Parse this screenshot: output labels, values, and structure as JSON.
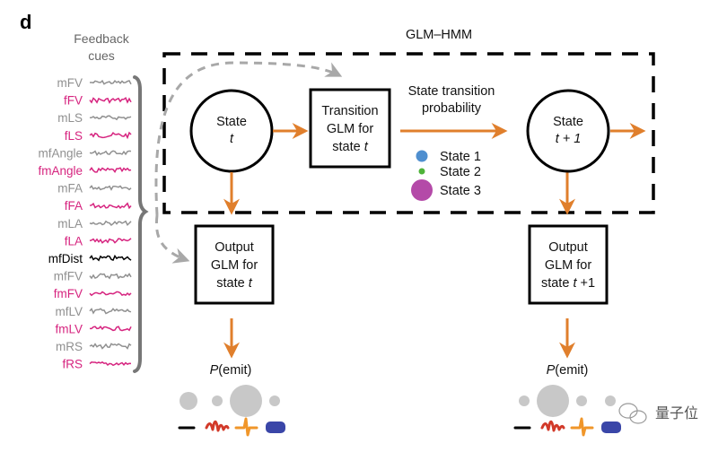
{
  "panel_label": "d",
  "feedback_header": {
    "line1": "Feedback",
    "line2": "cues"
  },
  "cues": [
    {
      "label": "mFV",
      "color": "#909090"
    },
    {
      "label": "fFV",
      "color": "#d6247f"
    },
    {
      "label": "mLS",
      "color": "#909090"
    },
    {
      "label": "fLS",
      "color": "#d6247f"
    },
    {
      "label": "mfAngle",
      "color": "#909090"
    },
    {
      "label": "fmAngle",
      "color": "#d6247f"
    },
    {
      "label": "mFA",
      "color": "#909090"
    },
    {
      "label": "fFA",
      "color": "#d6247f"
    },
    {
      "label": "mLA",
      "color": "#909090"
    },
    {
      "label": "fLA",
      "color": "#d6247f"
    },
    {
      "label": "mfDist",
      "color": "#000000"
    },
    {
      "label": "mfFV",
      "color": "#909090"
    },
    {
      "label": "fmFV",
      "color": "#d6247f"
    },
    {
      "label": "mfLV",
      "color": "#909090"
    },
    {
      "label": "fmLV",
      "color": "#d6247f"
    },
    {
      "label": "mRS",
      "color": "#909090"
    },
    {
      "label": "fRS",
      "color": "#d6247f"
    }
  ],
  "glm_hmm_title": "GLM–HMM",
  "state_t": {
    "line1": "State",
    "line2": "t"
  },
  "state_t1": {
    "line1": "State",
    "line2": "t + 1"
  },
  "transition_box": {
    "line1": "Transition",
    "line2": "GLM for",
    "line3_prefix": "state ",
    "line3_var": "t"
  },
  "transition_label": {
    "line1": "State transition",
    "line2": "probability"
  },
  "legend": [
    {
      "label": "State 1",
      "color": "#4f8fcf",
      "size": "medium"
    },
    {
      "label": "State 2",
      "color": "#4fb33a",
      "size": "small"
    },
    {
      "label": "State 3",
      "color": "#b44aa8",
      "size": "large"
    }
  ],
  "output_box_t": {
    "line1": "Output",
    "line2": "GLM for",
    "line3_prefix": "state ",
    "line3_var": "t",
    "line3_suffix": ""
  },
  "output_box_t1": {
    "line1": "Output",
    "line2": "GLM for",
    "line3_prefix": "state ",
    "line3_var": "t",
    "line3_suffix": " +1"
  },
  "emit_label": {
    "var": "P",
    "rest": "(emit)"
  },
  "emission_left": {
    "probabilities": [
      "medium",
      "small",
      "large",
      "small"
    ]
  },
  "emission_right": {
    "probabilities": [
      "small",
      "large",
      "small",
      "small"
    ]
  },
  "song_types": [
    {
      "name": "quiet",
      "color": "#000000"
    },
    {
      "name": "sine",
      "color": "#d23a2a"
    },
    {
      "name": "pulse",
      "color": "#f0962a"
    },
    {
      "name": "noise",
      "color": "#3a46a8"
    }
  ],
  "colors": {
    "arrow": "#e07f2c",
    "dashed_arrow": "#a8a8a8",
    "circle_gray": "#c8c8c8",
    "brace": "#777777"
  },
  "watermark": "量子位"
}
